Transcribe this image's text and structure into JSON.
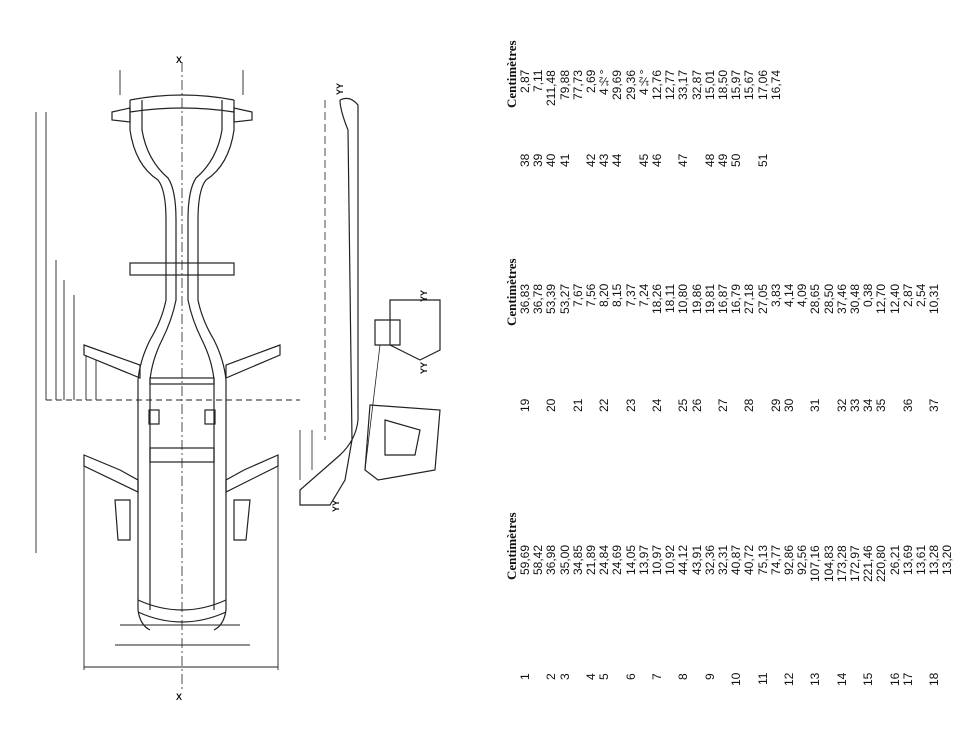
{
  "diagram": {
    "axis_label_top": "X",
    "axis_label_bottom": "X",
    "section_label_a": "YY",
    "section_label_b": "YY",
    "section_label_c": "YY",
    "section_label_d": "YY"
  },
  "tables": [
    {
      "header": "Centimètres",
      "entries": [
        {
          "label": "1",
          "values": [
            "59,69",
            "58,42"
          ]
        },
        {
          "label": "2",
          "values": [
            "36,98"
          ]
        },
        {
          "label": "3",
          "values": [
            "35,00",
            "34,85"
          ]
        },
        {
          "label": "4",
          "values": [
            "21,89"
          ]
        },
        {
          "label": "5",
          "values": [
            "24,84",
            "24,69"
          ]
        },
        {
          "label": "6",
          "values": [
            "14,05",
            "13,97"
          ]
        },
        {
          "label": "7",
          "values": [
            "10,97",
            "10,92"
          ]
        },
        {
          "label": "8",
          "values": [
            "44,12",
            "43,91"
          ]
        },
        {
          "label": "9",
          "values": [
            "32,36",
            "32,31"
          ]
        },
        {
          "label": "10",
          "values": [
            "40,87",
            "40,72"
          ]
        },
        {
          "label": "11",
          "values": [
            "75,13",
            "74,77"
          ]
        },
        {
          "label": "12",
          "values": [
            "92,86",
            "92,56"
          ]
        },
        {
          "label": "13",
          "values": [
            "107,16",
            "104,83"
          ]
        },
        {
          "label": "14",
          "values": [
            "173,28",
            "172,97"
          ]
        },
        {
          "label": "15",
          "values": [
            "221,46",
            "220,80"
          ]
        },
        {
          "label": "16",
          "values": [
            "26,21"
          ]
        },
        {
          "label": "17",
          "values": [
            "13,69",
            "13,61"
          ]
        },
        {
          "label": "18",
          "values": [
            "13,28",
            "13,20"
          ]
        }
      ]
    },
    {
      "header": "Centimètres",
      "entries": [
        {
          "label": "19",
          "values": [
            "36,83",
            "36,78"
          ]
        },
        {
          "label": "20",
          "values": [
            "53,39",
            "53,27"
          ]
        },
        {
          "label": "21",
          "values": [
            "7,67",
            "7,56"
          ]
        },
        {
          "label": "22",
          "values": [
            "8,20",
            "8,15"
          ]
        },
        {
          "label": "23",
          "values": [
            "7,37",
            "7,24"
          ]
        },
        {
          "label": "24",
          "values": [
            "18,26",
            "18,11"
          ]
        },
        {
          "label": "25",
          "values": [
            "10,80"
          ]
        },
        {
          "label": "26",
          "values": [
            "19,86",
            "19,81"
          ]
        },
        {
          "label": "27",
          "values": [
            "16,87",
            "16,79"
          ]
        },
        {
          "label": "28",
          "values": [
            "27,18",
            "27,05"
          ]
        },
        {
          "label": "29",
          "values": [
            "3,83"
          ]
        },
        {
          "label": "30",
          "values": [
            "4,14",
            "4,09"
          ]
        },
        {
          "label": "31",
          "values": [
            "28,65",
            "28,50"
          ]
        },
        {
          "label": "32",
          "values": [
            "37,46"
          ]
        },
        {
          "label": "33",
          "values": [
            "30,48"
          ]
        },
        {
          "label": "34",
          "values": [
            "0,38"
          ]
        },
        {
          "label": "35",
          "values": [
            "12,70",
            "12,40"
          ]
        },
        {
          "label": "36",
          "values": [
            "2,87",
            "2,54"
          ]
        },
        {
          "label": "37",
          "values": [
            "10,31"
          ]
        }
      ]
    },
    {
      "header": "Centimètres",
      "entries": [
        {
          "label": "38",
          "values": [
            "2,87"
          ]
        },
        {
          "label": "39",
          "values": [
            "7,11"
          ]
        },
        {
          "label": "40",
          "values": [
            "211,48"
          ]
        },
        {
          "label": "41",
          "values": [
            "79,88",
            "77,73"
          ]
        },
        {
          "label": "42",
          "values": [
            "2,69"
          ]
        },
        {
          "label": "43",
          "values": [
            "4½°"
          ]
        },
        {
          "label": "44",
          "values": [
            "29,69",
            "29,36"
          ]
        },
        {
          "label": "45",
          "values": [
            "4½°"
          ]
        },
        {
          "label": "46",
          "values": [
            "12,76",
            "12,77"
          ]
        },
        {
          "label": "47",
          "values": [
            "33,17",
            "32,87"
          ]
        },
        {
          "label": "48",
          "values": [
            "15,01"
          ]
        },
        {
          "label": "49",
          "values": [
            "18,50"
          ]
        },
        {
          "label": "50",
          "values": [
            "15,97",
            "15,67"
          ]
        },
        {
          "label": "51",
          "values": [
            "17,06",
            "16,74"
          ]
        }
      ]
    }
  ]
}
